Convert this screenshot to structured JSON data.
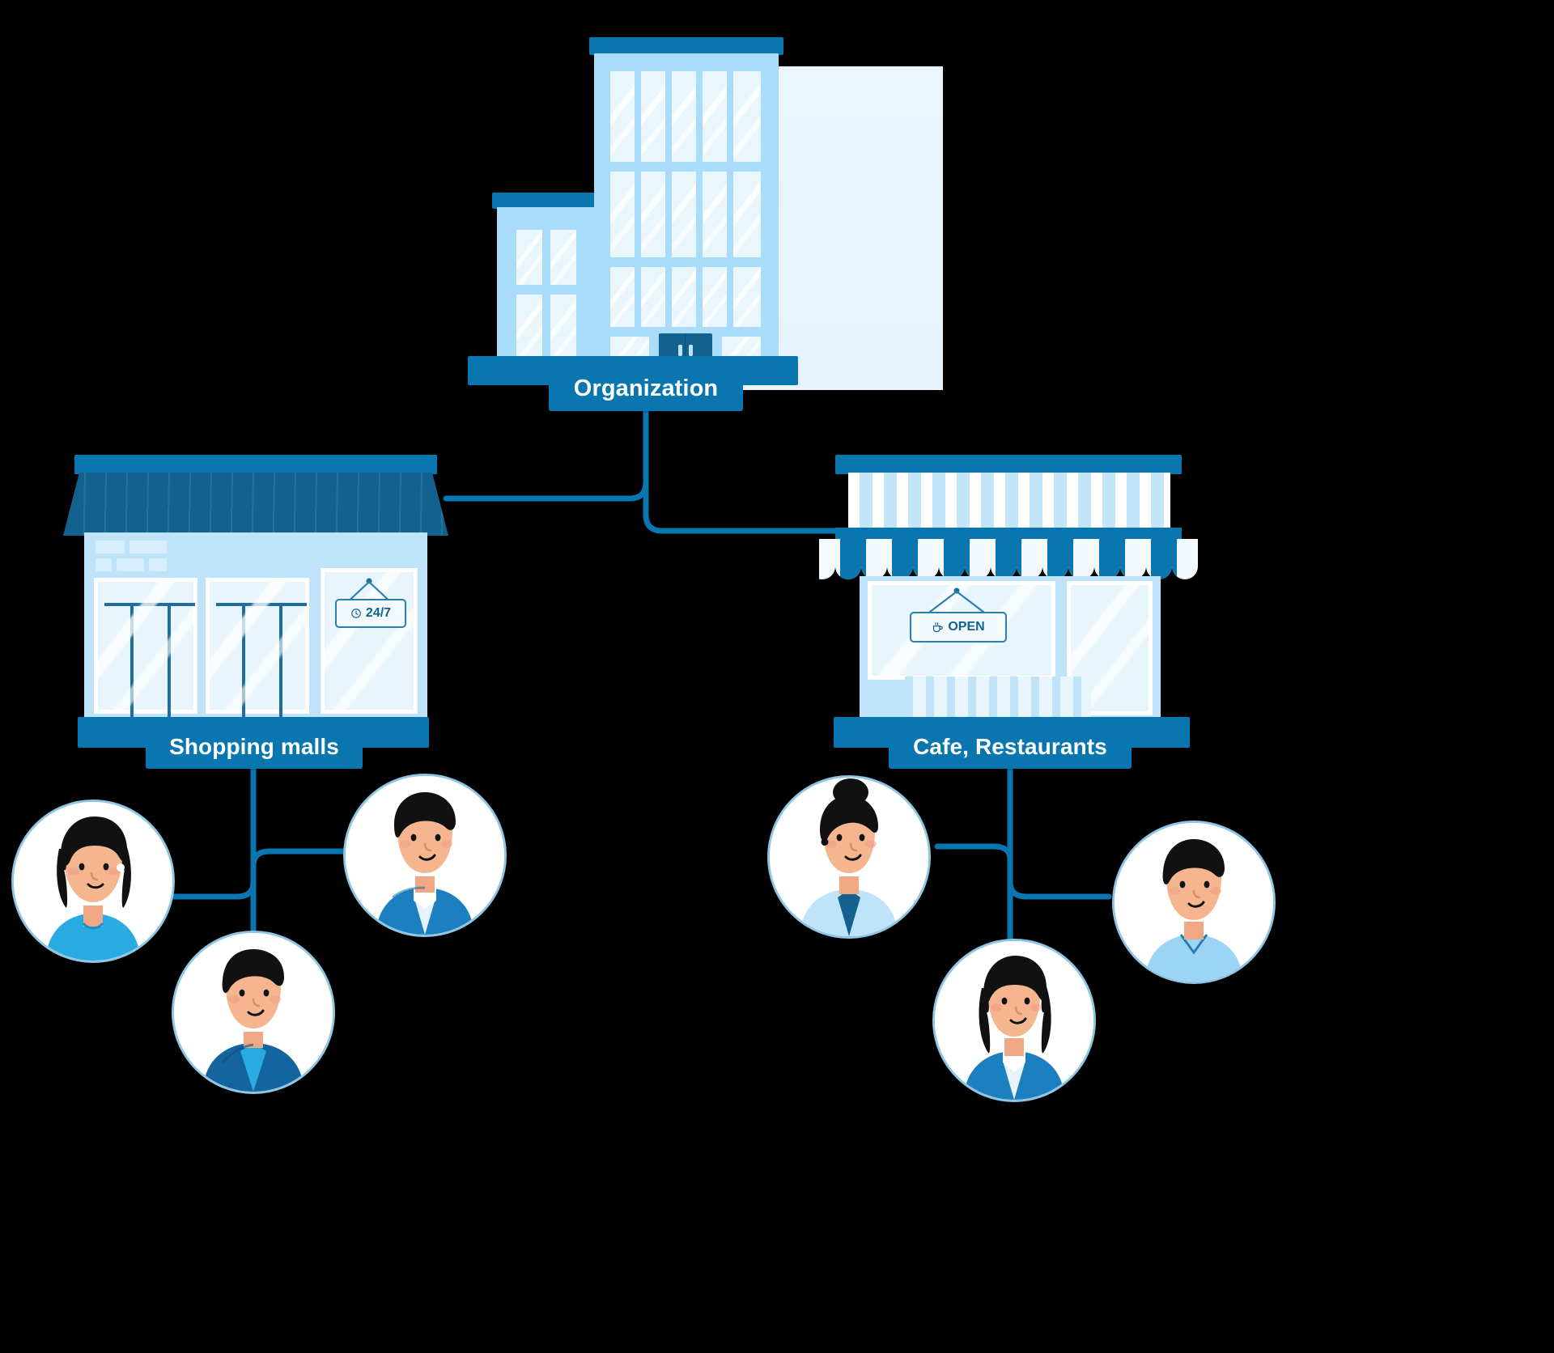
{
  "diagram": {
    "type": "organization-hierarchy",
    "title": "Organization structure diagram",
    "colors": {
      "brand_blue": "#0a76b0",
      "deep_blue": "#12618f",
      "light_blue": "#bfe4fa",
      "pale_blue": "#e9f5fd",
      "accent_cyan": "#29abe2",
      "avatar_ring": "#8ec6e4",
      "label_text": "#ffffff",
      "background": "#000000"
    },
    "nodes": {
      "root": {
        "id": "organization",
        "label": "Organization",
        "icon": "office-building-icon"
      },
      "branches": [
        {
          "id": "shopping-malls",
          "label": "Shopping malls",
          "icon": "storefront-icon",
          "sign": {
            "text": "24/7",
            "icon": "clock-icon"
          }
        },
        {
          "id": "cafe-restaurants",
          "label": "Cafe, Restaurants",
          "icon": "cafe-awning-icon",
          "sign": {
            "text": "OPEN",
            "icon": "coffee-cup-icon"
          }
        }
      ]
    },
    "people": [
      {
        "id": "mall-person-1",
        "group": "shopping-malls",
        "icon": "avatar-woman-long-hair"
      },
      {
        "id": "mall-person-2",
        "group": "shopping-malls",
        "icon": "avatar-man-blue-shirt"
      },
      {
        "id": "mall-person-3",
        "group": "shopping-malls",
        "icon": "avatar-man-teal-jacket"
      },
      {
        "id": "cafe-person-1",
        "group": "cafe-restaurants",
        "icon": "avatar-woman-bun"
      },
      {
        "id": "cafe-person-2",
        "group": "cafe-restaurants",
        "icon": "avatar-man-light-shirt"
      },
      {
        "id": "cafe-person-3",
        "group": "cafe-restaurants",
        "icon": "avatar-woman-dark-hair"
      }
    ]
  }
}
